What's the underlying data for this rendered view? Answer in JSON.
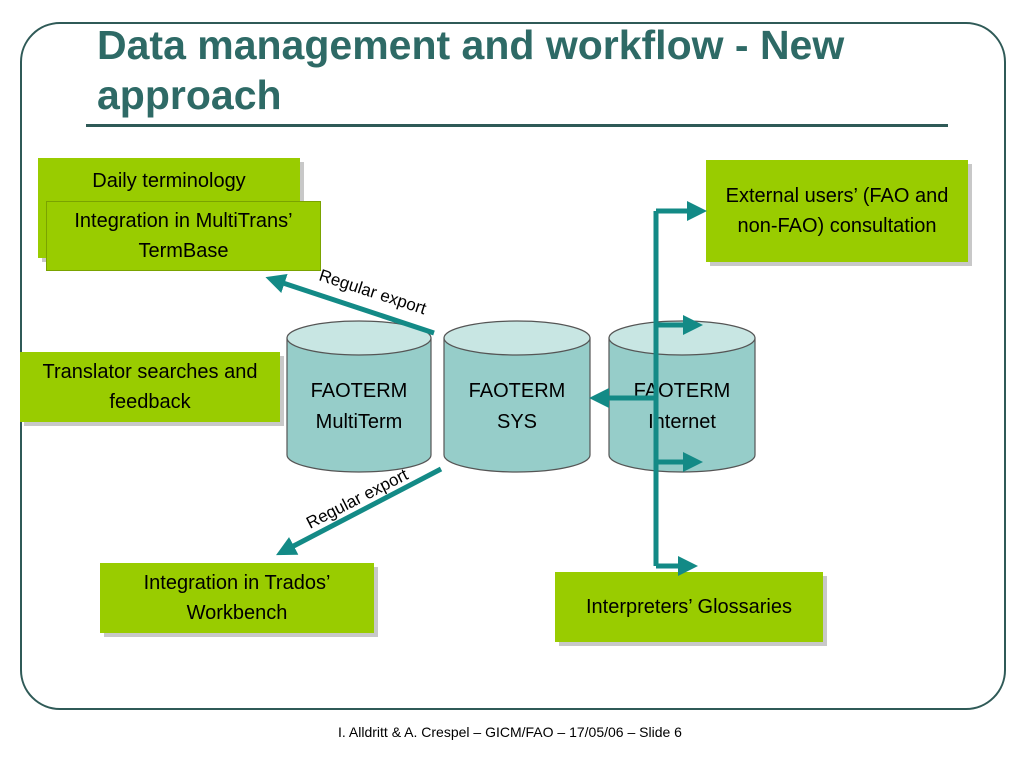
{
  "slide": {
    "title": "Data management and workflow - New approach",
    "footer": "I. Alldritt & A. Crespel – GICM/FAO – 17/05/06 – Slide 6"
  },
  "boxes": {
    "daily_terminology": "Daily terminology",
    "integration_multitrans": "Integration in MultiTrans’ TermBase",
    "translator_searches": "Translator searches and feedback",
    "integration_trados": "Integration in Trados’ Workbench",
    "external_users": "External users’ (FAO and non-FAO) consultation",
    "interpreters": "Interpreters’ Glossaries"
  },
  "databases": {
    "multiterm": {
      "line1": "FAOTERM",
      "line2": "MultiTerm"
    },
    "sys": {
      "line1": "FAOTERM",
      "line2": "SYS"
    },
    "internet": {
      "line1": "FAOTERM",
      "line2": "Internet"
    }
  },
  "connectors": {
    "export_top": "Regular export",
    "export_bottom": "Regular export"
  },
  "colors": {
    "box_fill": "#99cc00",
    "arrow": "#138a86",
    "cylinder_fill": "#96cdc9",
    "cylinder_top": "#c8e6e3",
    "title": "#2e6a66"
  }
}
